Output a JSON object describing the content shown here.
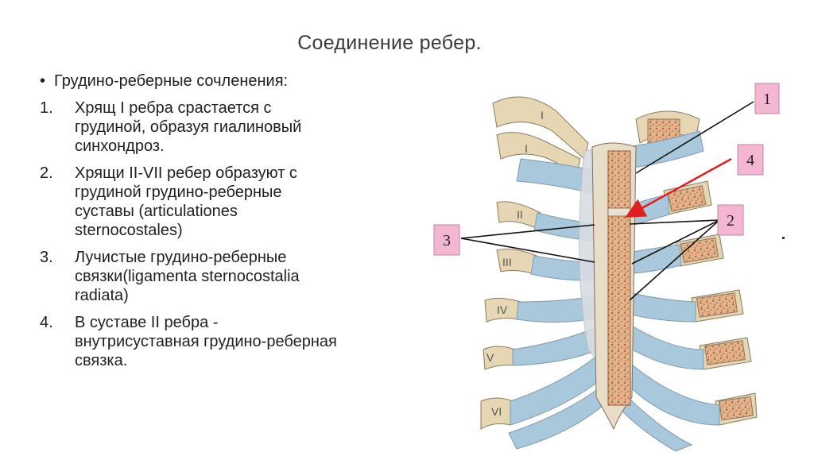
{
  "slide": {
    "title": "Соединение ребер.",
    "intro": "Грудино-реберные сочленения:",
    "bullet_mark": "•",
    "items": [
      {
        "num": "1.",
        "text": "Хрящ I ребра срастается с грудиной, образуя гиалиновый синхондроз."
      },
      {
        "num": "2.",
        "text": "Хрящи II-VII ребер образуют с грудиной грудино-реберные суставы (articulationes sternocostales)"
      },
      {
        "num": "3.",
        "text": " Лучистые грудино-реберные связки(ligamenta sternocostalia radiata)"
      },
      {
        "num": "4.",
        "text": "В суставе II ребра  - внутрисуставная грудино-реберная связка."
      }
    ]
  },
  "figure": {
    "rib_labels": [
      "I",
      "I",
      "II",
      "III",
      "IV",
      "V",
      "VI"
    ],
    "callouts": [
      "1",
      "4",
      "2",
      "3"
    ],
    "colors": {
      "callout_bg": "#f4b6d2",
      "callout_border": "#b98aa0",
      "bone": "#e6d6b4",
      "bone_inner": "#d9a77a",
      "cartilage": "#a9c8dc",
      "sternum": "#c9875c",
      "ligament": "#d8dde3",
      "arrow_red": "#e02020"
    },
    "icons": [
      "anatomical-illustration"
    ]
  }
}
